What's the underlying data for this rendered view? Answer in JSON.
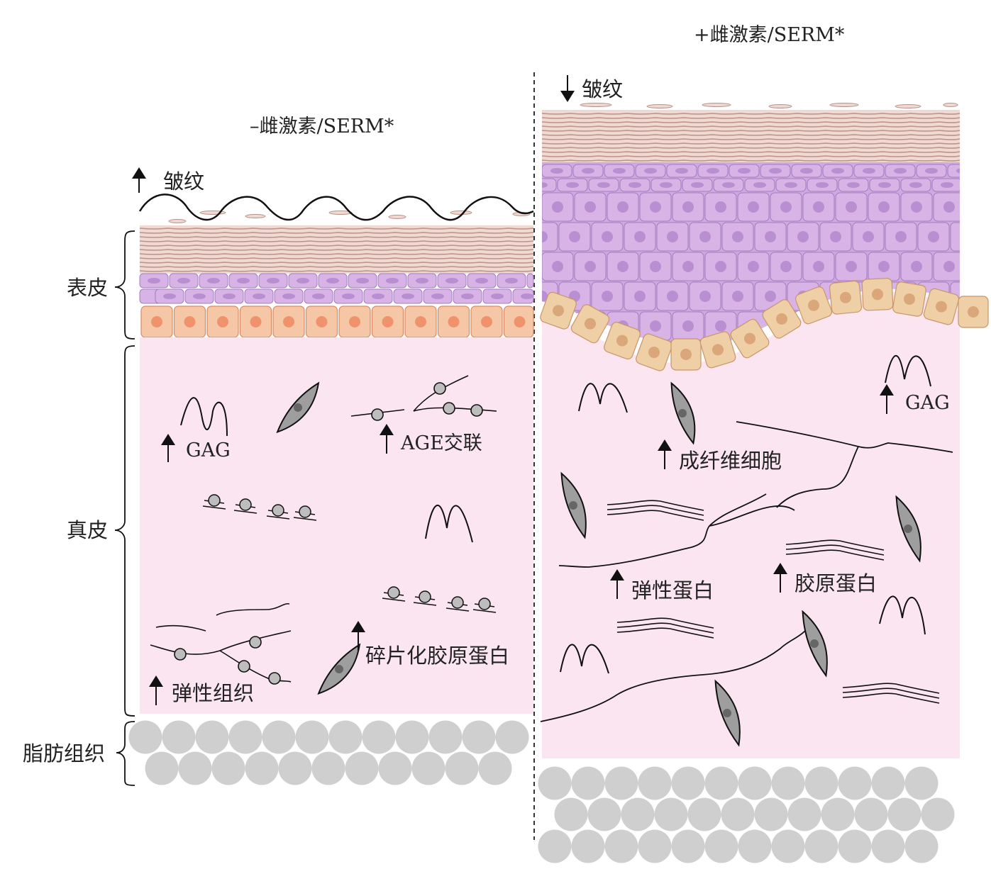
{
  "panels": {
    "without": {
      "title": "–雌激素/SERM*",
      "wrinkle_label": "皱纹",
      "labels": {
        "gag": "GAG",
        "age": "AGE交联",
        "fragmented_collagen": "碎片化胶原蛋白",
        "elastic_tissue": "弹性组织"
      }
    },
    "with": {
      "title": "+雌激素/SERM*",
      "wrinkle_label": "皱纹",
      "labels": {
        "gag": "GAG",
        "fibroblast": "成纤维细胞",
        "elastin": "弹性蛋白",
        "collagen": "胶原蛋白"
      }
    }
  },
  "layers": {
    "epidermis": "表皮",
    "dermis": "真皮",
    "fat": "脂肪组织"
  },
  "colors": {
    "stratum_corneum": "#f1d9d3",
    "stratum_lines": "#b8938a",
    "spinous": "#d7b3e6",
    "spinous_nucleus": "#b98fd1",
    "basal_left": "#f6c7a6",
    "basal_left_nucleus": "#f0936d",
    "basal_right": "#efcfa6",
    "basal_right_nucleus": "#d9a77a",
    "dermis": "#fbe5f1",
    "fat_cell": "#cfcfcf",
    "fibroblast": "#9e9e9e"
  }
}
